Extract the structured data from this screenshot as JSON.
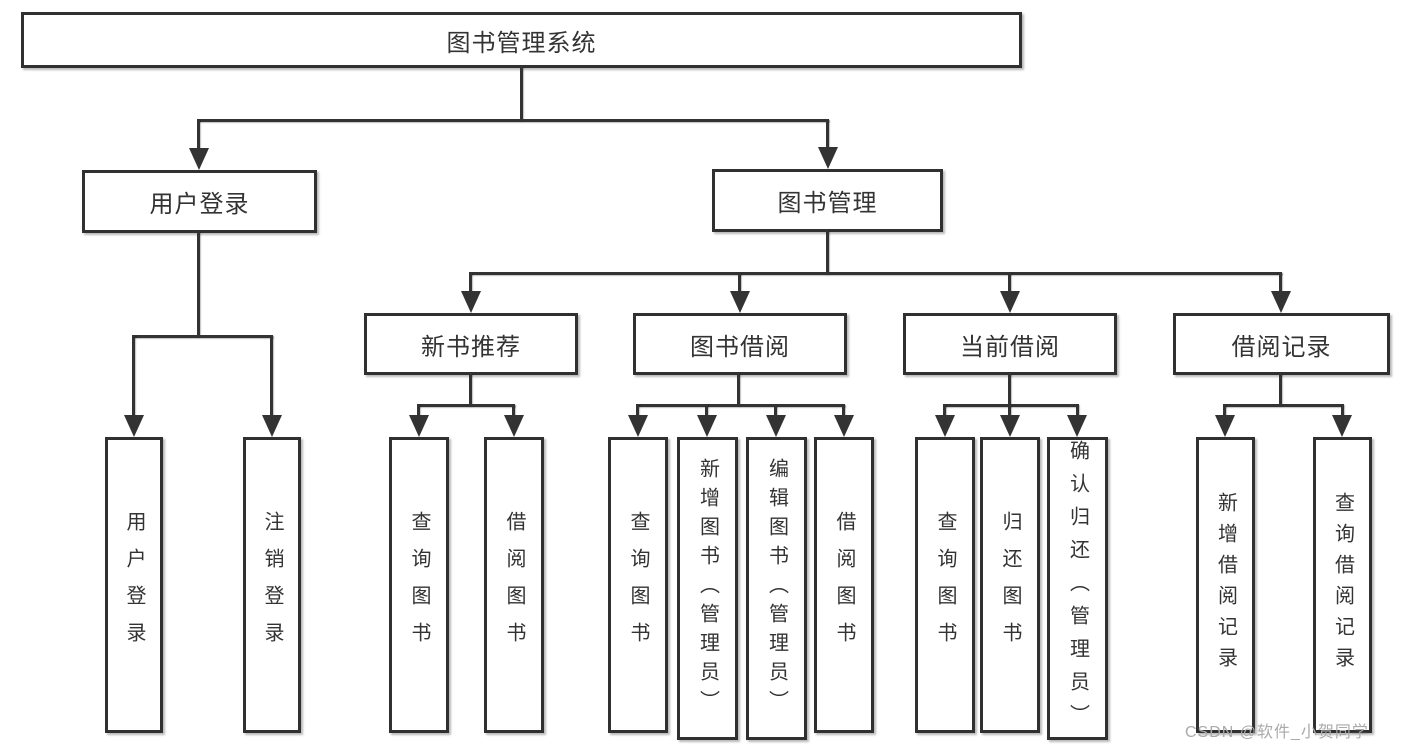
{
  "root": {
    "label": "图书管理系统"
  },
  "user": {
    "label": "用户登录",
    "children": [
      {
        "label": "用户登录"
      },
      {
        "label": "注销登录"
      }
    ]
  },
  "books": {
    "label": "图书管理",
    "children": [
      {
        "label": "新书推荐",
        "children": [
          {
            "label": "查询图书"
          },
          {
            "label": "借阅图书"
          }
        ]
      },
      {
        "label": "图书借阅",
        "children": [
          {
            "label": "查询图书"
          },
          {
            "label": "新增图书（管理员）"
          },
          {
            "label": "编辑图书（管理员）"
          },
          {
            "label": "借阅图书"
          }
        ]
      },
      {
        "label": "当前借阅",
        "children": [
          {
            "label": "查询图书"
          },
          {
            "label": "归还图书"
          },
          {
            "label": "确认归还（管理员）"
          }
        ]
      },
      {
        "label": "借阅记录",
        "children": [
          {
            "label": "新增借阅记录"
          },
          {
            "label": "查询借阅记录"
          }
        ]
      }
    ]
  },
  "watermark": {
    "text": "CSDN @软件_小贺同学"
  }
}
